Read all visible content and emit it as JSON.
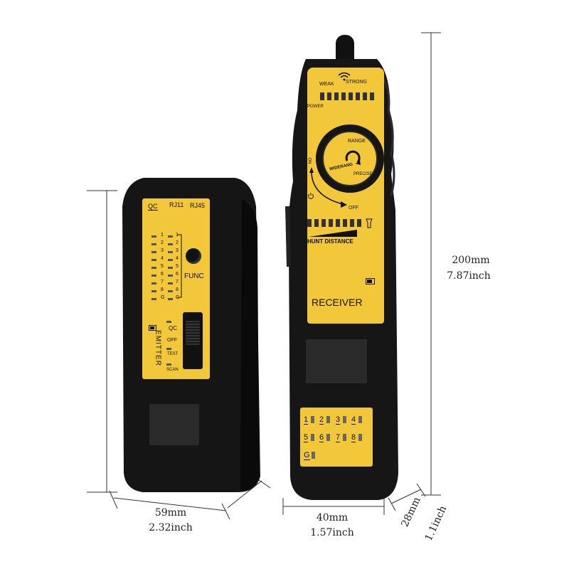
{
  "colors": {
    "yellow": "#f3c73a",
    "body": "#141414",
    "led": "#3a3a3a"
  },
  "emitter": {
    "labels": {
      "qc": "QC",
      "rj11": "RJ11",
      "rj45": "RJ45",
      "func": "FUNC",
      "name": "EMITTER",
      "qc2": "QC",
      "off": "OFF",
      "test": "TEST",
      "scan": "SCAN"
    },
    "pin_rows": [
      "1",
      "2",
      "3",
      "4",
      "5",
      "6",
      "7",
      "8",
      "G"
    ]
  },
  "receiver": {
    "labels": {
      "weak": "WEAK",
      "strong": "STRONG",
      "power": "POWER",
      "range": "RANGE",
      "widerang": "WIDERANG",
      "precise": "PRECISE",
      "on": "ON",
      "off": "OFF",
      "hunt_distance": "HUNT DISTANCE",
      "name": "RECEIVER"
    },
    "pins": [
      "1",
      "2",
      "3",
      "4",
      "5",
      "6",
      "7",
      "8",
      "G"
    ]
  },
  "dimensions": {
    "emitter_width_mm": "59mm",
    "emitter_width_in": "2.32inch",
    "receiver_width_mm": "40mm",
    "receiver_width_in": "1.57inch",
    "depth_mm": "28mm",
    "depth_in": "1.1inch",
    "height_mm": "200mm",
    "height_in": "7.87inch"
  }
}
